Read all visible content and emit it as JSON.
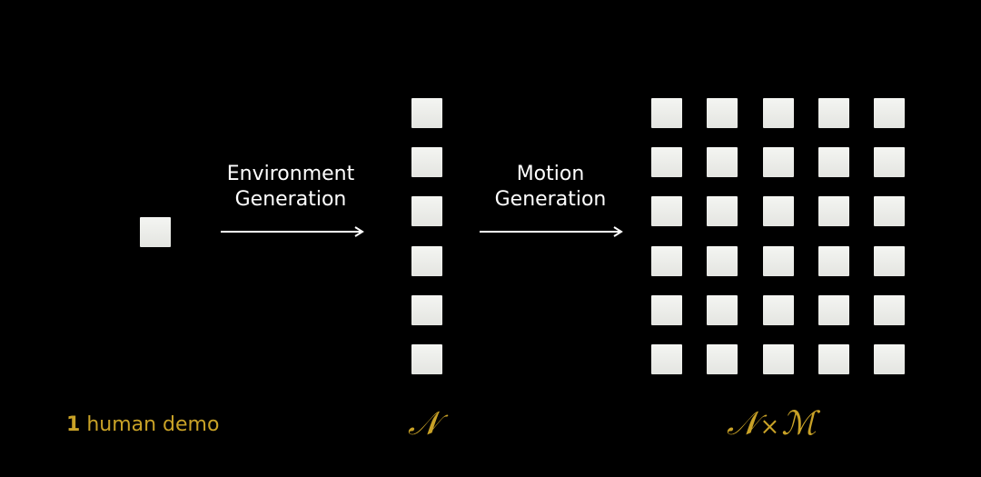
{
  "steps": [
    {
      "label_line1": "Environment",
      "label_line2": "Generation"
    },
    {
      "label_line1": "Motion",
      "label_line2": "Generation"
    }
  ],
  "bottom_labels": {
    "demo_count": "1",
    "demo_text": "human demo",
    "environments": "𝒩",
    "product_n": "𝒩",
    "times": "×",
    "product_m": "ℳ"
  },
  "grid": {
    "rows": 6,
    "cols": 5
  },
  "colors": {
    "accent": "#c9a227",
    "tile": "#f2f3f0",
    "background": "#000000"
  }
}
